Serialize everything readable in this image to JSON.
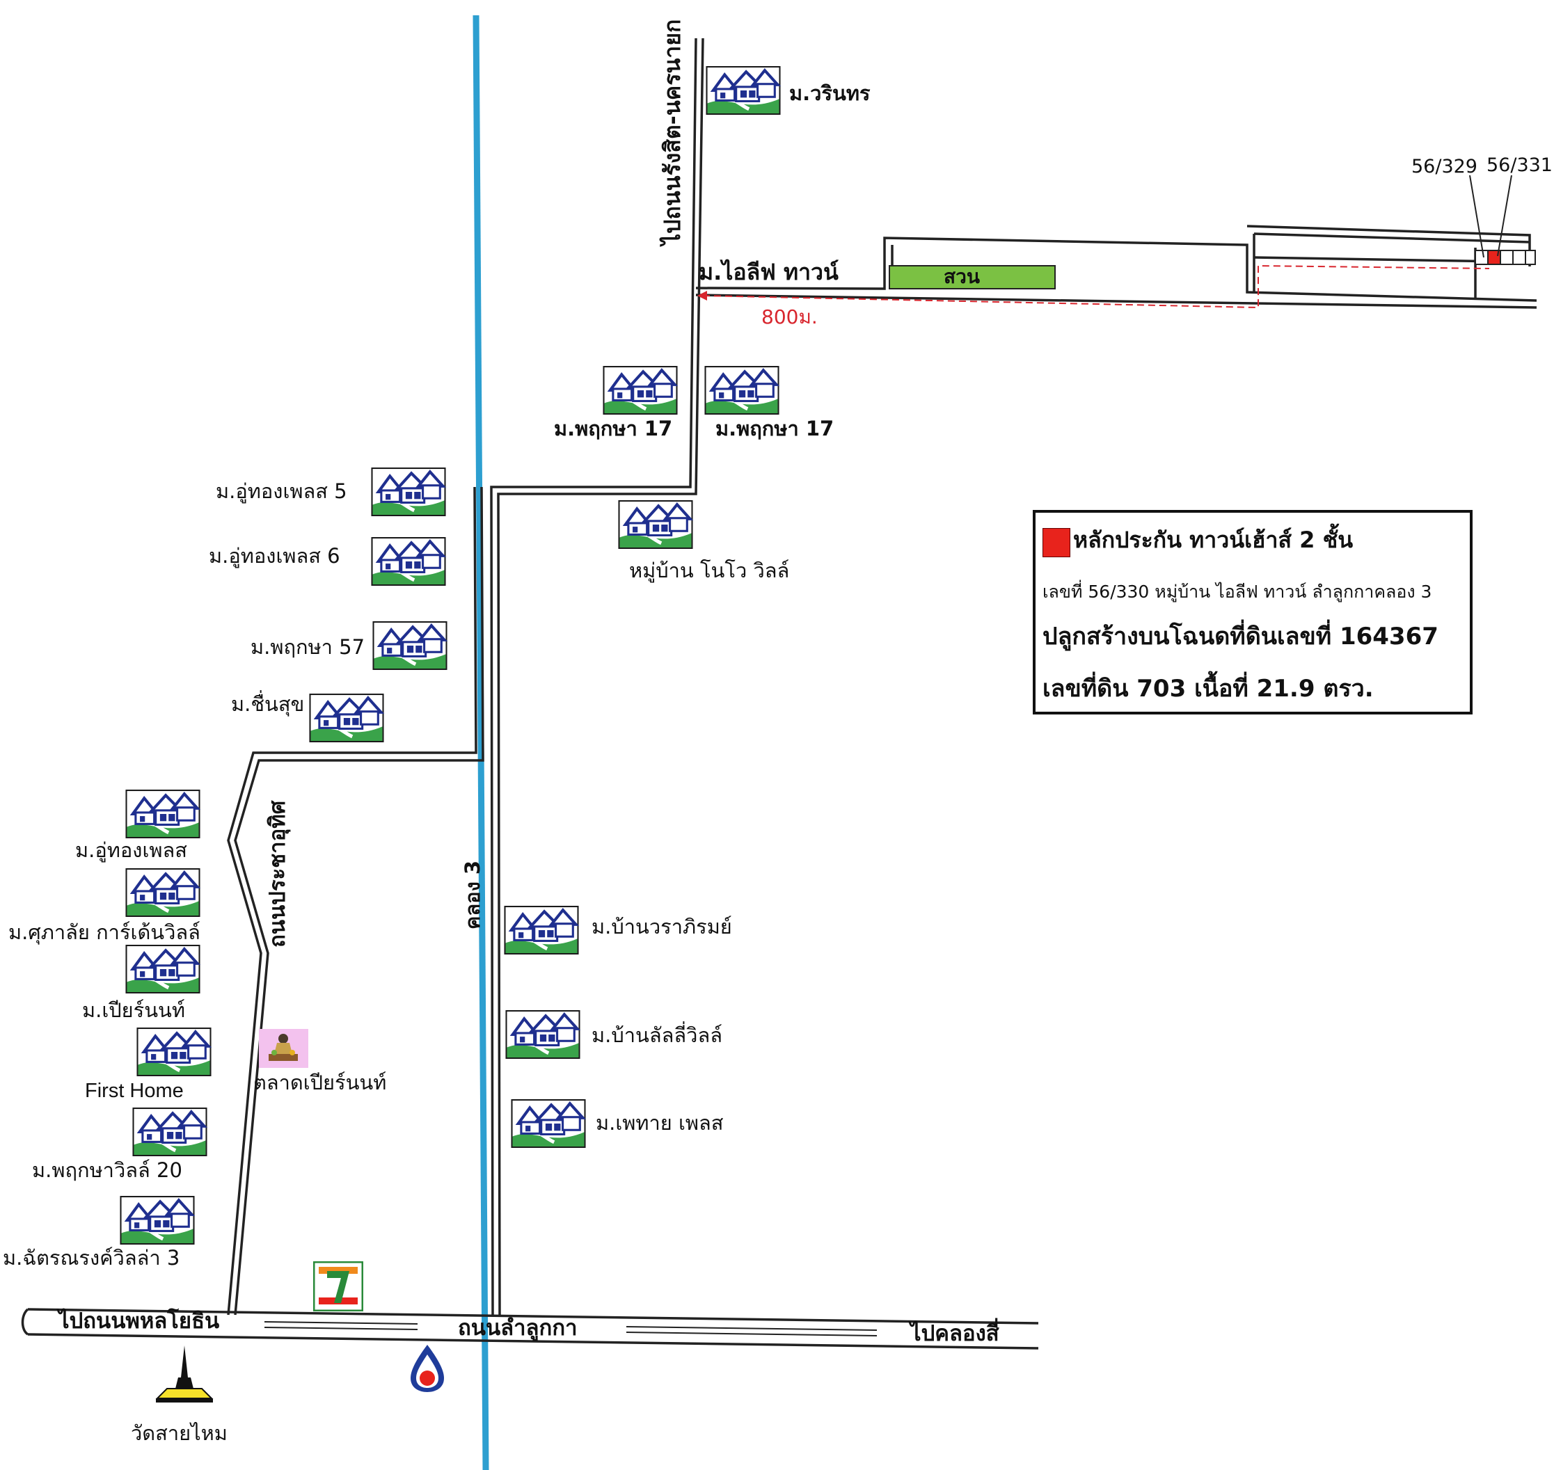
{
  "colors": {
    "canal": "#2d9fd0",
    "road": "#222222",
    "garden": "#7bc143",
    "collateral": "#e8231c",
    "distance_line": "#d8262e",
    "icon_roof": "#1f2f8f",
    "icon_lawn": "#3aa34a"
  },
  "roads": {
    "rangsit_nakhon_nayok": "ไปถนนรังสิต-นครนายก",
    "prachauthit": "ถนนประชาอุทิศ",
    "khlong3": "คลอง 3",
    "to_phahonyothin": "ไปถนนพหลโยธิน",
    "lam_luk_ka": "ถนนลำลูกกา",
    "to_khlong_si": "ไปคลองสี่"
  },
  "project": {
    "i_leaf_town": "ม.ไอลีฟ ทาวน์",
    "garden": "สวน",
    "distance": "800ม.",
    "plot_a": "56/329",
    "plot_b": "56/331"
  },
  "villages": {
    "warin": "ม.วรินทร",
    "pruksa17_left": "ม.พฤกษา 17",
    "pruksa17_right": "ม.พฤกษา 17",
    "uthong5": "ม.อู่ทองเพลส 5",
    "uthong6": "ม.อู่ทองเพลส 6",
    "pruksa57": "ม.พฤกษา 57",
    "chuensuk": "ม.ชื่นสุข",
    "novo_ville": "หมู่บ้าน โนโว วิลล์",
    "uthong_place": "ม.อู่ทองเพลส",
    "supalai": "ม.ศุภาลัย การ์เด้นวิลล์",
    "pier_non": "ม.เปียร์นนท์",
    "first_home": "First Home",
    "pruksa_ville20": "ม.พฤกษาวิลล์ 20",
    "chattharin": "ม.ฉัตรณรงค์วิลล่า 3",
    "baan_warapirom": "ม.บ้านวราภิรมย์",
    "baan_lully": "ม.บ้านลัลลี่วิลล์",
    "pethai": "ม.เพทาย เพลส"
  },
  "places": {
    "market": "ตลาดเปียร์นนท์",
    "temple": "วัดสายไหม"
  },
  "legend": {
    "title": "หลักประกัน ทาวน์เฮ้าส์ 2 ชั้น",
    "address": "เลขที่ 56/330 หมู่บ้าน ไอลีฟ ทาวน์ ลำลูกกาคลอง 3",
    "deed": "ปลูกสร้างบนโฉนดที่ดินเลขที่ 164367",
    "land": "เลขที่ดิน 703 เนื้อที่ 21.9 ตรว."
  }
}
